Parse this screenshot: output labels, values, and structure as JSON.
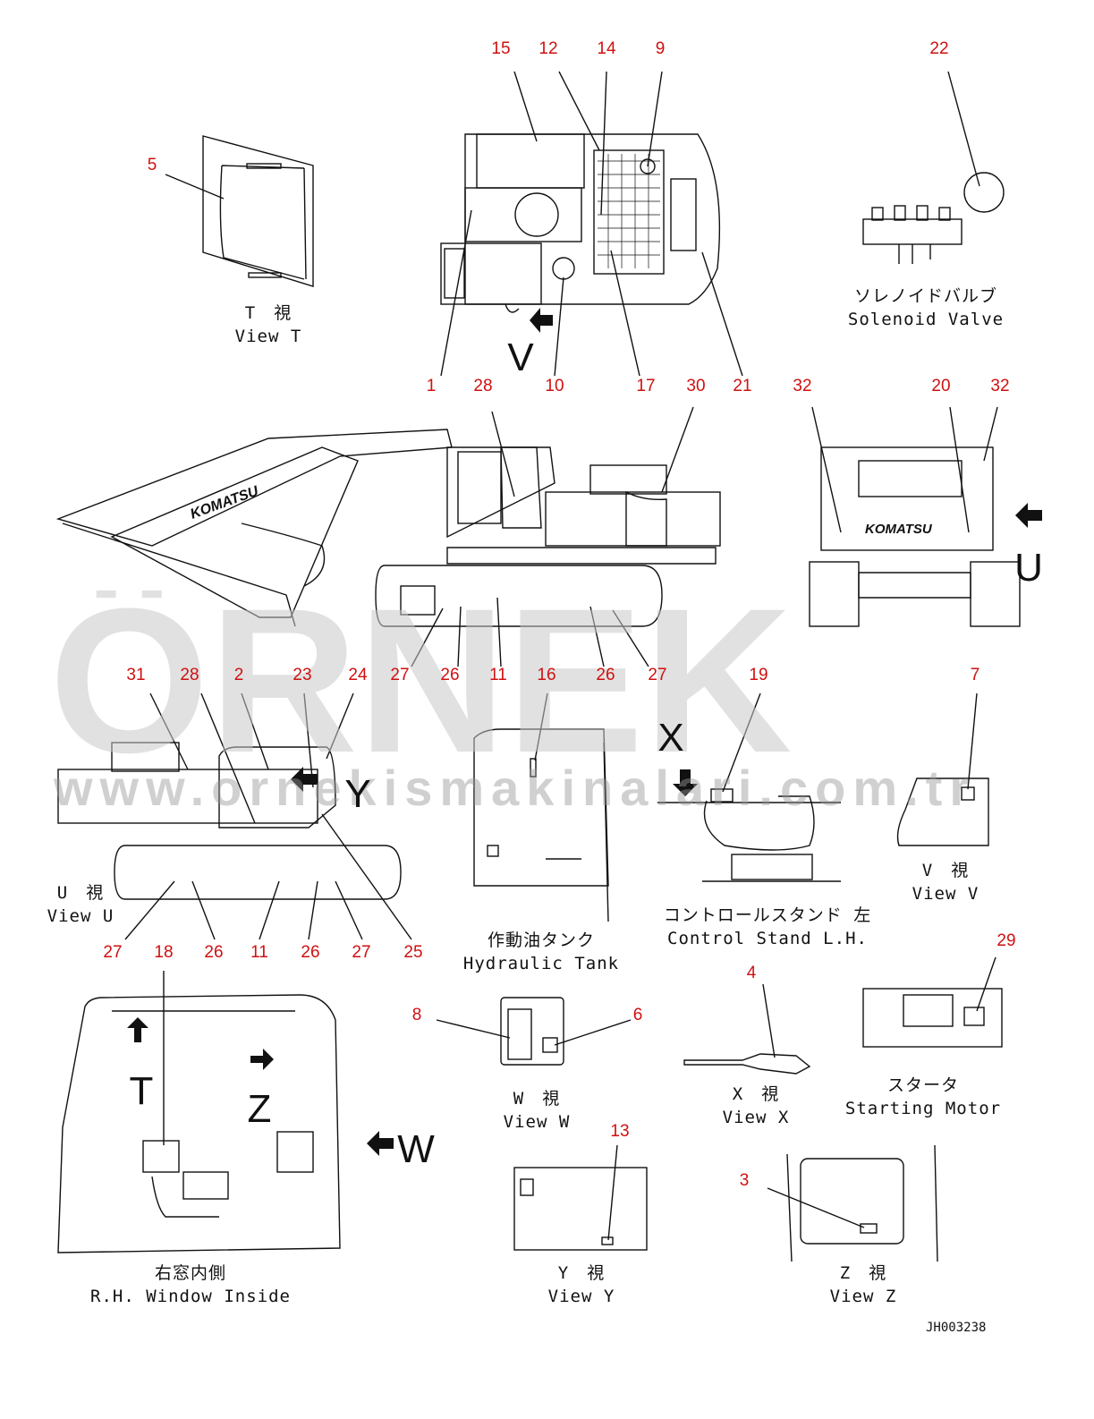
{
  "callouts": [
    {
      "id": "c5",
      "text": "5"
    },
    {
      "id": "c15",
      "text": "15"
    },
    {
      "id": "c12",
      "text": "12"
    },
    {
      "id": "c14",
      "text": "14"
    },
    {
      "id": "c9",
      "text": "9"
    },
    {
      "id": "c22",
      "text": "22"
    },
    {
      "id": "c1",
      "text": "1"
    },
    {
      "id": "c10",
      "text": "10"
    },
    {
      "id": "c17",
      "text": "17"
    },
    {
      "id": "c21",
      "text": "21"
    },
    {
      "id": "c28a",
      "text": "28"
    },
    {
      "id": "c30",
      "text": "30"
    },
    {
      "id": "c32a",
      "text": "32"
    },
    {
      "id": "c20",
      "text": "20"
    },
    {
      "id": "c32b",
      "text": "32"
    },
    {
      "id": "c27a",
      "text": "27"
    },
    {
      "id": "c26a",
      "text": "26"
    },
    {
      "id": "c11a",
      "text": "11"
    },
    {
      "id": "c26b",
      "text": "26"
    },
    {
      "id": "c27b",
      "text": "27"
    },
    {
      "id": "c31",
      "text": "31"
    },
    {
      "id": "c28b",
      "text": "28"
    },
    {
      "id": "c2",
      "text": "2"
    },
    {
      "id": "c23",
      "text": "23"
    },
    {
      "id": "c24",
      "text": "24"
    },
    {
      "id": "c16",
      "text": "16"
    },
    {
      "id": "c19",
      "text": "19"
    },
    {
      "id": "c7",
      "text": "7"
    },
    {
      "id": "c27c",
      "text": "27"
    },
    {
      "id": "c26c",
      "text": "26"
    },
    {
      "id": "c11b",
      "text": "11"
    },
    {
      "id": "c26d",
      "text": "26"
    },
    {
      "id": "c27d",
      "text": "27"
    },
    {
      "id": "c25",
      "text": "25"
    },
    {
      "id": "c18",
      "text": "18"
    },
    {
      "id": "c29",
      "text": "29"
    },
    {
      "id": "c4",
      "text": "4"
    },
    {
      "id": "c8",
      "text": "8"
    },
    {
      "id": "c6",
      "text": "6"
    },
    {
      "id": "c13",
      "text": "13"
    },
    {
      "id": "c3",
      "text": "3"
    }
  ],
  "captions": {
    "view_t": {
      "jp": "T　視",
      "en": "View T"
    },
    "solenoid": {
      "jp": "ソレノイドバルブ",
      "en": "Solenoid Valve"
    },
    "view_u": {
      "jp": "U　視",
      "en": "View U"
    },
    "hyd_tank": {
      "jp": "作動油タンク",
      "en": "Hydraulic Tank"
    },
    "control_stand": {
      "jp": "コントロールスタンド 左",
      "en": "Control Stand L.H."
    },
    "view_v": {
      "jp": "V　視",
      "en": "View V"
    },
    "rh_window": {
      "jp": "右窓内側",
      "en": "R.H. Window Inside"
    },
    "view_w": {
      "jp": "W　視",
      "en": "View W"
    },
    "view_x": {
      "jp": "X　視",
      "en": "View X"
    },
    "starting_motor": {
      "jp": "スタータ",
      "en": "Starting Motor"
    },
    "view_y": {
      "jp": "Y　視",
      "en": "View Y"
    },
    "view_z": {
      "jp": "Z　視",
      "en": "View Z"
    }
  },
  "directions": {
    "v": "V",
    "u": "U",
    "x": "X",
    "y": "Y",
    "t": "T",
    "z": "Z",
    "w": "W"
  },
  "logo": "KOMATSU",
  "drawing_number": "JH003238",
  "watermark": {
    "brand": "ÖRNEK",
    "url": "www.ornekismakinalari.com.tr"
  },
  "colors": {
    "callout": "#d01010",
    "line": "#111111",
    "watermark": "#c8c8c8",
    "watermark_accent": "#f0d070"
  }
}
